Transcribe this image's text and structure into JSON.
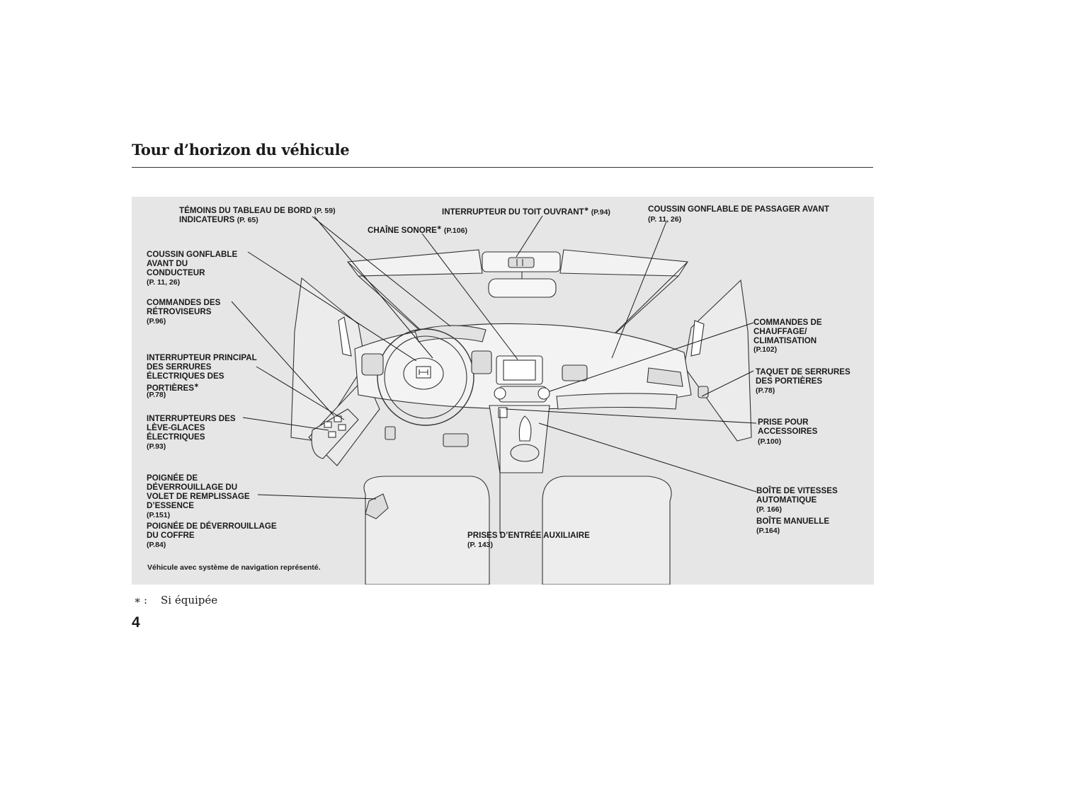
{
  "title": "Tour d’horizon du véhicule",
  "star": "∗",
  "labels": {
    "temoins": {
      "text": "TÉMOINS DU TABLEAU DE BORD",
      "page": "(P. 59)"
    },
    "indicateurs": {
      "text": "INDICATEURS",
      "page": "(P. 65)"
    },
    "toit": {
      "text": "INTERRUPTEUR DU TOIT OUVRANT",
      "page": "(P.94)"
    },
    "chaine": {
      "text": "CHAÎNE SONORE",
      "page": "(P.106)"
    },
    "passager": {
      "text": "COUSSIN GONFLABLE DE PASSAGER AVANT",
      "page": "(P. 11, 26)"
    },
    "coussin_conducteur": {
      "text": "COUSSIN GONFLABLE\nAVANT DU\nCONDUCTEUR",
      "page": "(P. 11, 26)"
    },
    "retro": {
      "text": "COMMANDES DES\nRÉTROVISEURS",
      "page": "(P.96)"
    },
    "serrures": {
      "text": "INTERRUPTEUR PRINCIPAL\nDES SERRURES\nÉLECTRIQUES DES\nPORTIÈRES",
      "page": "(P.78)"
    },
    "leve": {
      "text": "INTERRUPTEURS DES\nLÈVE-GLACES\nÉLECTRIQUES",
      "page": "(P.93)"
    },
    "volet": {
      "text": "POIGNÉE DE\nDÉVERROUILLAGE DU\nVOLET DE REMPLISSAGE\nD’ESSENCE",
      "page": "(P.151)"
    },
    "coffre": {
      "text": "POIGNÉE DE DÉVERROUILLAGE\nDU COFFRE",
      "page": "(P.84)"
    },
    "auxiliaire": {
      "text": "PRISES D’ENTRÉE AUXILIAIRE",
      "page": "(P. 143)"
    },
    "chauffage": {
      "text": "COMMANDES DE\nCHAUFFAGE/\nCLIMATISATION",
      "page": "(P.102)"
    },
    "taquet": {
      "text": "TAQUET DE SERRURES\nDES PORTIÈRES",
      "page": "(P.78)"
    },
    "prise": {
      "text": "PRISE POUR\nACCESSOIRES",
      "page": "(P.100)"
    },
    "boite_auto": {
      "text": "BOÎTE DE VITESSES\nAUTOMATIQUE",
      "page": "(P. 166)"
    },
    "boite_man": {
      "text": "BOÎTE MANUELLE",
      "page": "(P.164)"
    }
  },
  "caption": "Véhicule avec système de navigation représenté.",
  "footnote": {
    "symbol": "∗",
    "colon": ":",
    "text": "Si équipée"
  },
  "page_number": "4"
}
